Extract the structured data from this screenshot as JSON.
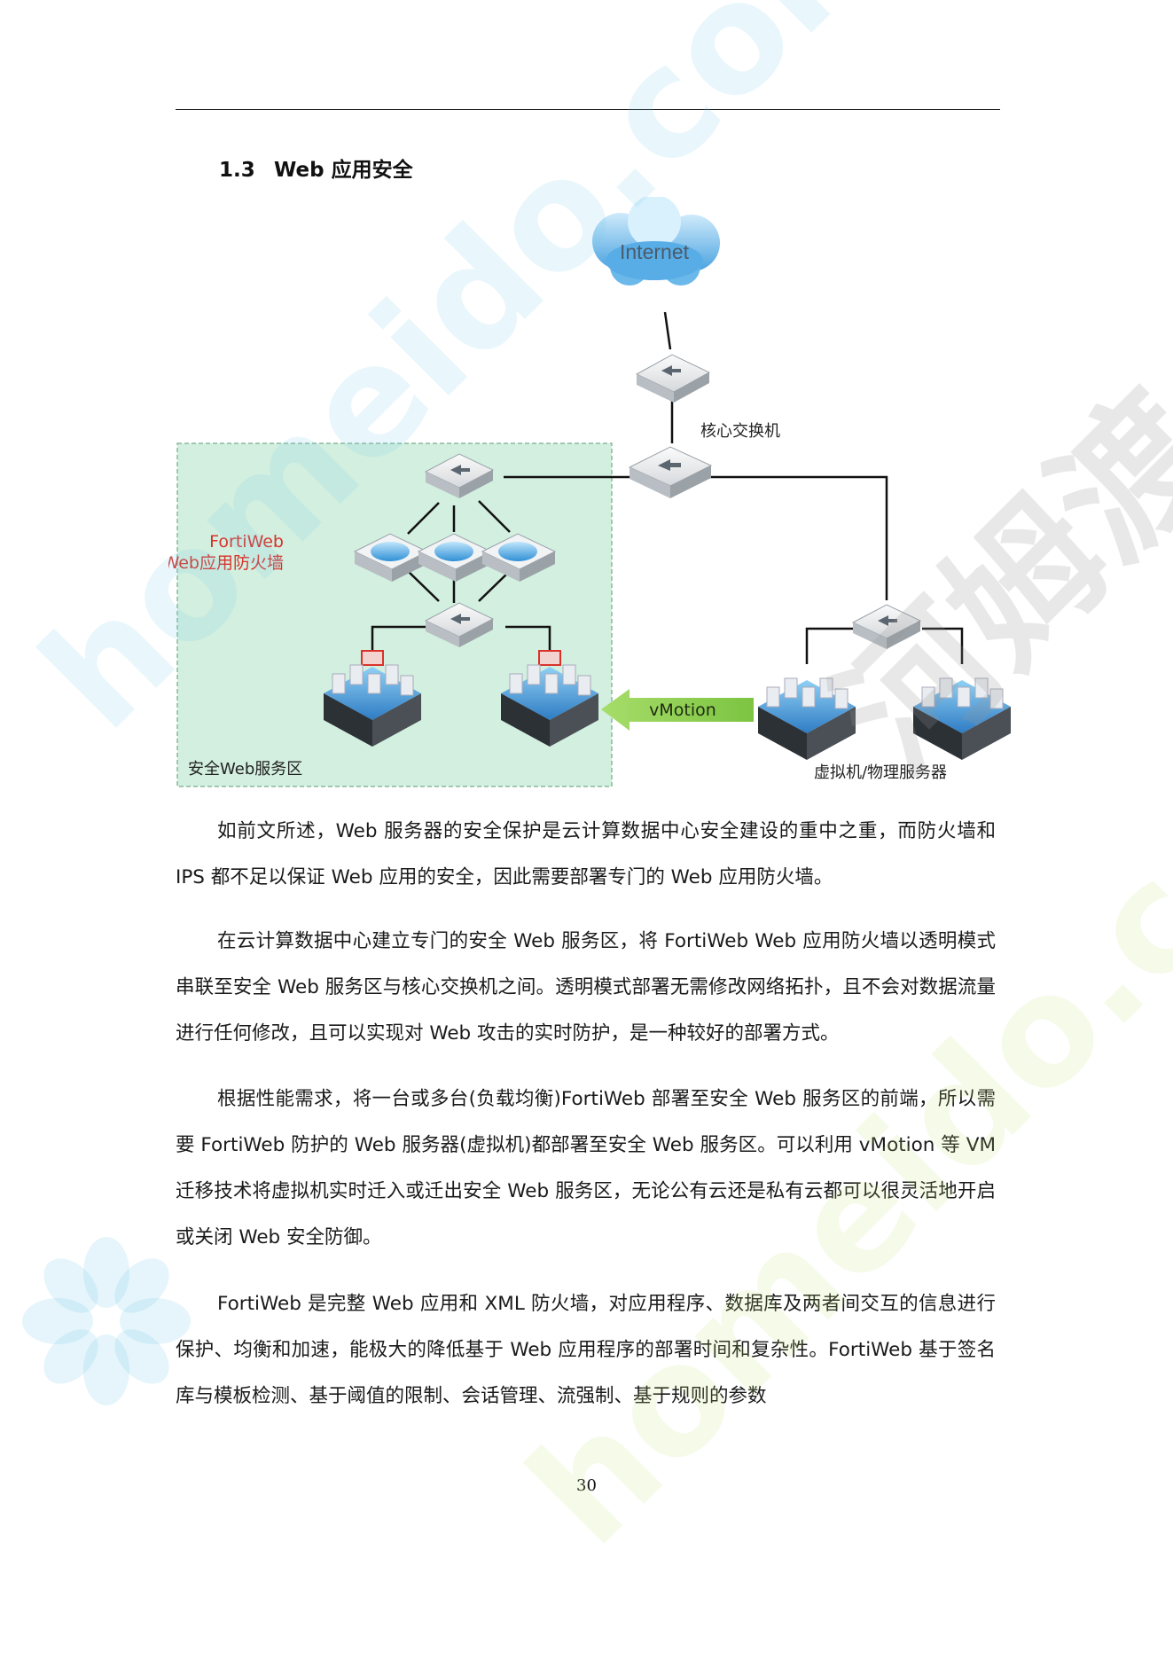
{
  "section": {
    "number": "1.3",
    "title": "Web 应用安全"
  },
  "diagram": {
    "internet_label": "Internet",
    "core_switch_label": "核心交换机",
    "fortiweb_label_1": "FortiWeb",
    "fortiweb_label_2": "Web应用防火墙",
    "secure_zone_label": "安全Web服务区",
    "vmotion_label": "vMotion",
    "servers_label": "虚拟机/物理服务器"
  },
  "paragraphs": [
    "如前文所述，Web 服务器的安全保护是云计算数据中心安全建设的重中之重，而防火墙和 IPS 都不足以保证 Web 应用的安全，因此需要部署专门的 Web 应用防火墙。",
    "在云计算数据中心建立专门的安全 Web 服务区，将 FortiWeb Web 应用防火墙以透明模式串联至安全 Web 服务区与核心交换机之间。透明模式部署无需修改网络拓扑，且不会对数据流量进行任何修改，且可以实现对 Web 攻击的实时防护，是一种较好的部署方式。",
    "根据性能需求，将一台或多台(负载均衡)FortiWeb 部署至安全 Web 服务区的前端，所以需要 FortiWeb 防护的 Web 服务器(虚拟机)都部署至安全 Web 服务区。可以利用 vMotion 等 VM 迁移技术将虚拟机实时迁入或迁出安全 Web 服务区，无论公有云还是私有云都可以很灵活地开启或关闭 Web 安全防御。",
    "FortiWeb 是完整 Web 应用和 XML 防火墙，对应用程序、数据库及两者间交互的信息进行保护、均衡和加速，能极大的降低基于 Web 应用程序的部署时间和复杂性。FortiWeb 基于签名库与模板检测、基于阈值的限制、会话管理、流强制、基于规则的参数"
  ],
  "page_number": "30",
  "watermarks": {
    "text_1": "homeido.com",
    "text_2": "homeido.com",
    "brand_cn": "河姆渡"
  },
  "colors": {
    "secure_zone_fill": "#d2efdf",
    "fortiweb_red": "#d9322b",
    "vmotion_green": "#8fd14f",
    "cloud_blue": "#5aaee6"
  }
}
